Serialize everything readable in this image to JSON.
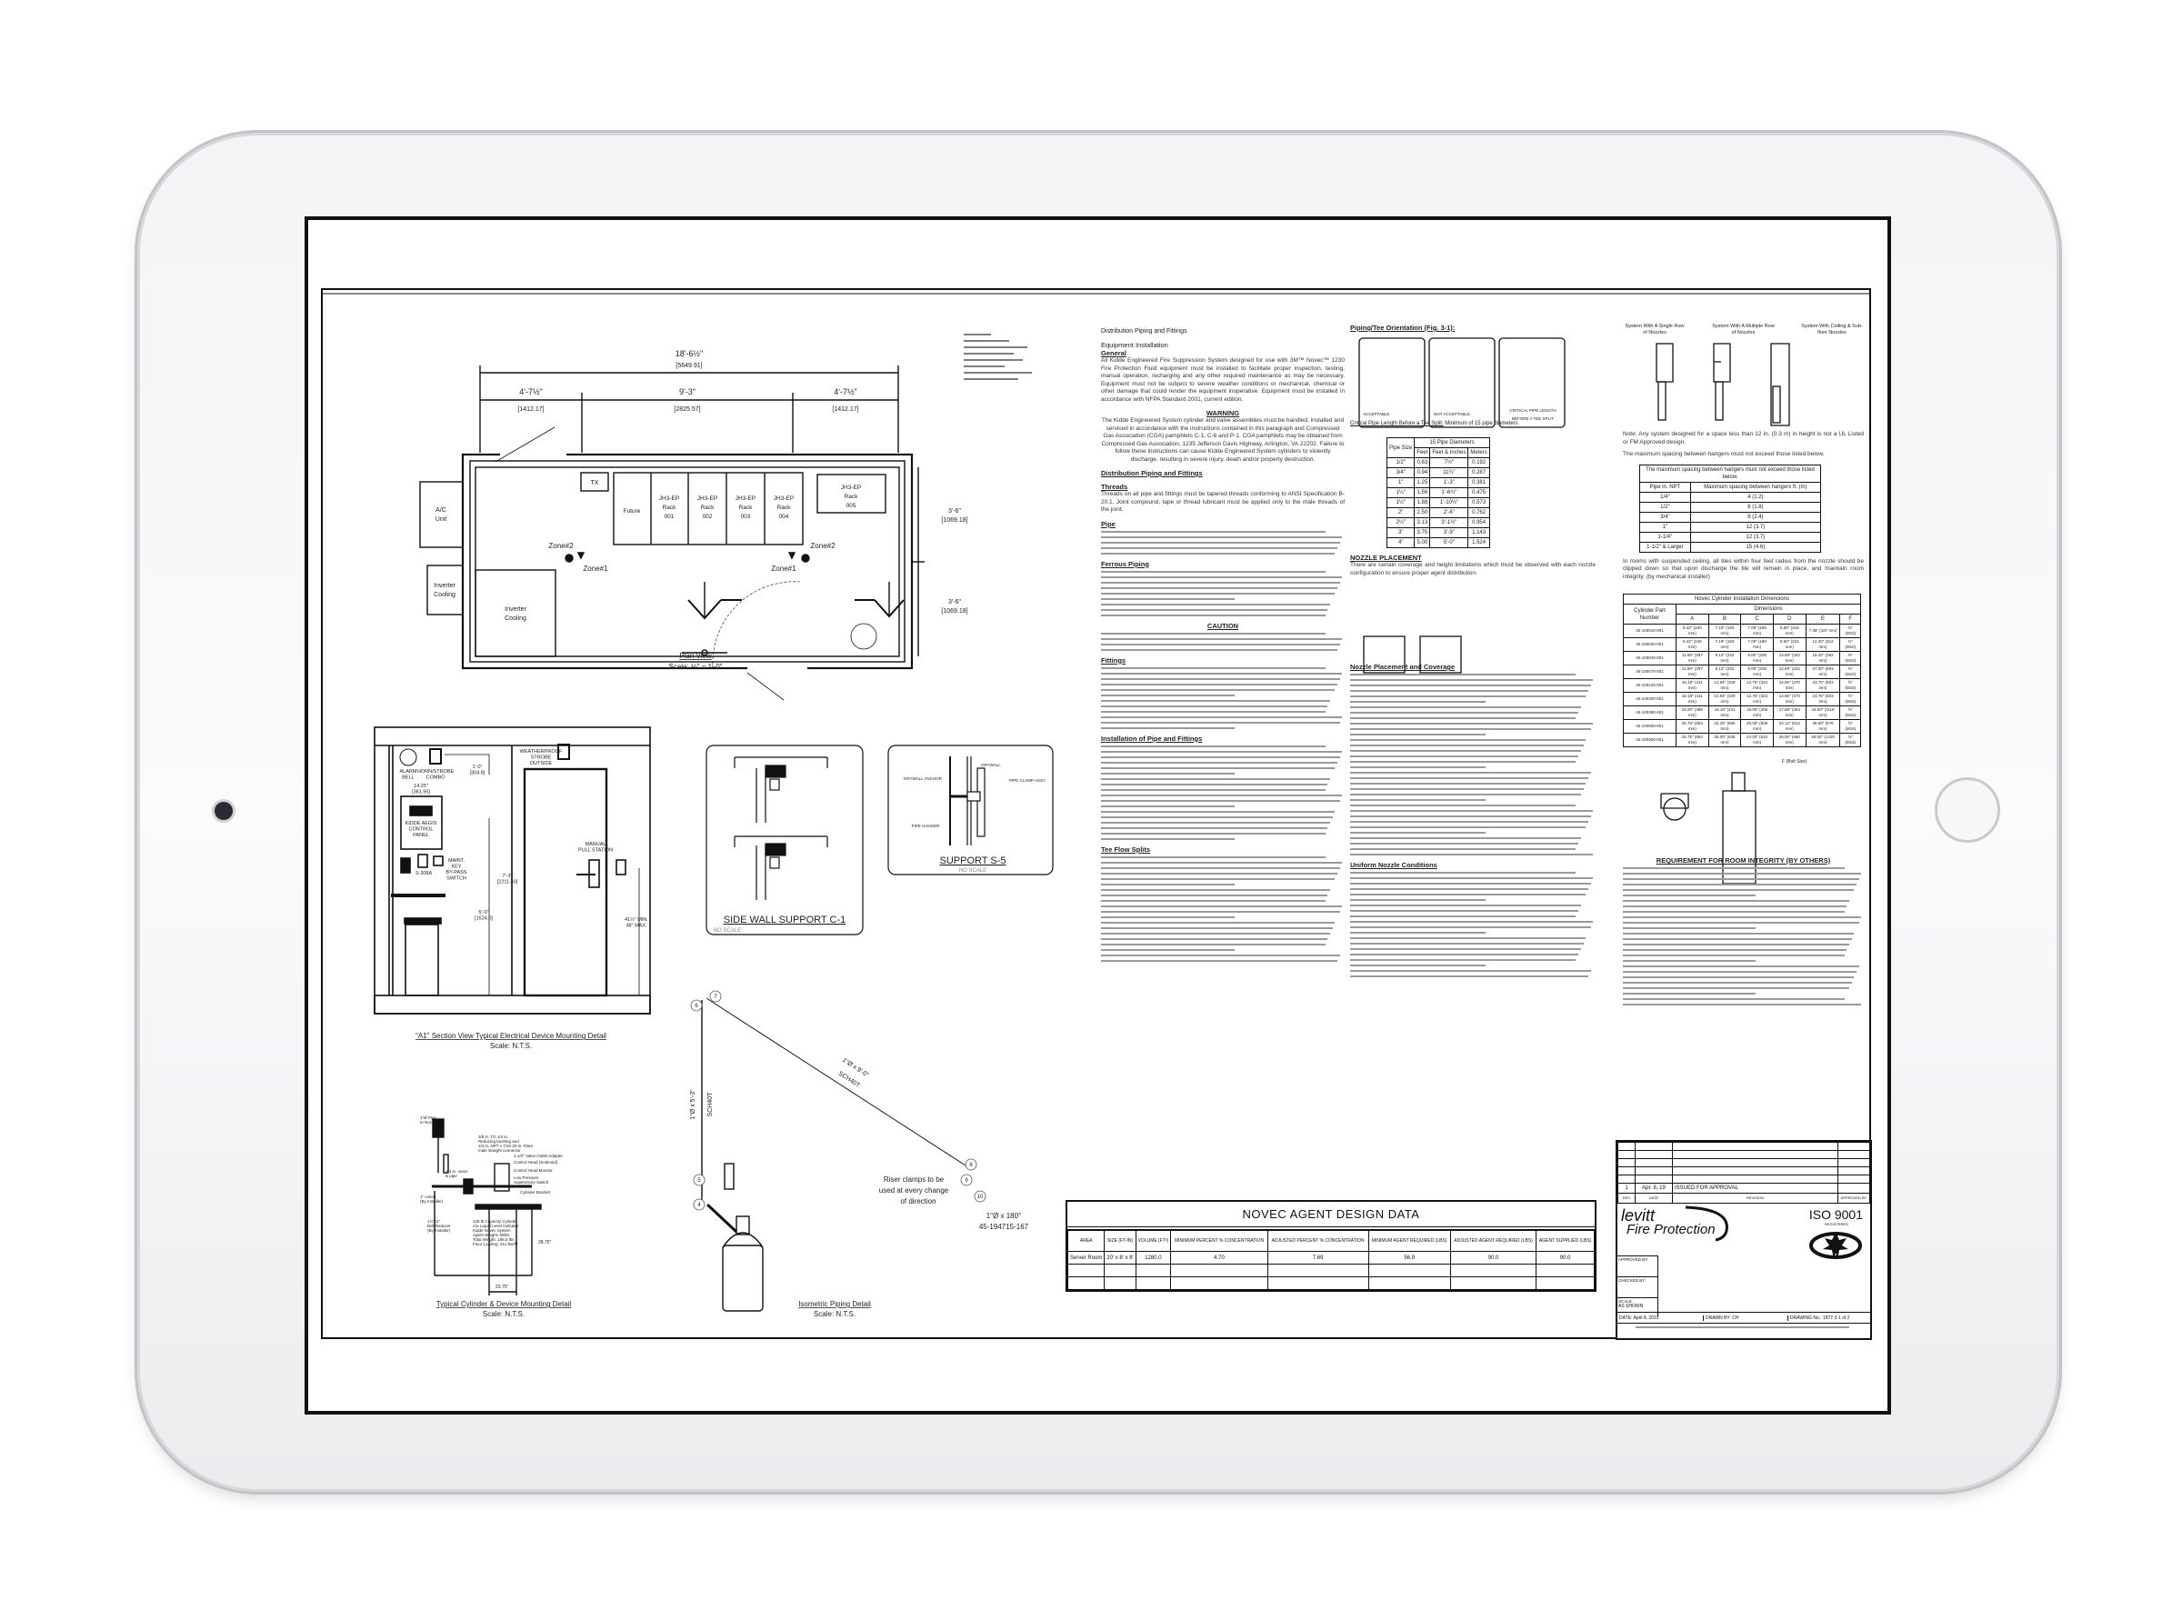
{
  "plan_view": {
    "title": "Plan View",
    "scale": "Scale: ½\" = 1'-0\"",
    "dim_overall": "18'-6½\"",
    "dim_overall_mm": "[5649.91]",
    "dim_left": "4'-7½\"",
    "dim_left_mm": "[1412.17]",
    "dim_mid": "9'-3\"",
    "dim_mid_mm": "[2825.57]",
    "dim_right": "4'-7½\"",
    "dim_right_mm": "[1412.17]",
    "dim_side_top": "3'-6\"",
    "dim_side_top_mm": "[1069.18]",
    "dim_side_bottom": "3'-6\"",
    "dim_side_bottom_mm": "[1069.18]",
    "ac_unit": [
      "A/C",
      "Unit"
    ],
    "inverter_cooling_outside": [
      "Inverter",
      "Cooling"
    ],
    "inverter_cooling_inside": [
      "Inverter",
      "Cooling"
    ],
    "tx": "TX",
    "racks": [
      {
        "lines": [
          "Future"
        ]
      },
      {
        "lines": [
          "JH3-EP",
          "Rack",
          "001"
        ]
      },
      {
        "lines": [
          "JH3-EP",
          "Rack",
          "002"
        ]
      },
      {
        "lines": [
          "JH3-EP",
          "Rack",
          "003"
        ]
      },
      {
        "lines": [
          "JH3-EP",
          "Rack",
          "004"
        ]
      }
    ],
    "rack_005": [
      "JH3-EP",
      "Rack",
      "005"
    ],
    "zone2_left": "Zone#2",
    "zone1_left": "Zone#1",
    "zone2_right": "Zone#2",
    "zone1_right": "Zone#1"
  },
  "electrical_section": {
    "title": "\"A1\" Section View Typical Electrical Device Mounting Detail",
    "scale": "Scale: N.T.S.",
    "alarm_bell": [
      "ALARM",
      "BELL"
    ],
    "horn_strobe": [
      "HORN/STROBE",
      "COMBO"
    ],
    "dim_horn": [
      "1'-0\"",
      "[304.8]"
    ],
    "dim_panel": [
      "14.25\"",
      "[361.95]"
    ],
    "control_panel": [
      "KIDDE AEGIS",
      "CONTROL",
      "PANEL"
    ],
    "s308a": "S-308A",
    "maint_switch": [
      "MAINT.",
      "KEY",
      "BY-PASS",
      "SWITCH"
    ],
    "weatherproof_strobe": [
      "WEATHERPROOF",
      "STROBE",
      "OUTSIDE"
    ],
    "pull_station": [
      "MANUAL",
      "PULL STATION"
    ],
    "dim_door": [
      "7'-3\"",
      "[2211.40]"
    ],
    "dim_panel_height": [
      "5'-0\"",
      "[1524.0]"
    ],
    "dim_pull": [
      "41½\" MIN.",
      "48\" MAX."
    ]
  },
  "side_wall_support": {
    "title": "SIDE WALL SUPPORT C-1",
    "note": "NO SCALE"
  },
  "support_s5": {
    "title": "SUPPORT S-5",
    "note": "NO SCALE",
    "labels": [
      "DRYWALL",
      "DRYWALL ANCHOR",
      "PIPE HANGER",
      "PIPE CLAMP ASSY"
    ]
  },
  "cylinder_detail": {
    "title": "Typical Cylinder & Device Mounting Detail",
    "scale": "Scale: N.T.S.",
    "labels": [
      "3/8 in. TO 1/4 in.",
      "Reducing bushing and",
      "1/4 in. NPT x 7/16-20 in. Flare",
      "male straight connector",
      "1\"Ø Pipe",
      "to Nozzle",
      "1-1/2\" Valve Outlet Adapter",
      "Control Head (Solenoid)",
      "Control Head Monitor",
      "Low Pressure",
      "Supervisory Switch",
      "Cylinder Bracket",
      "1/4 in. union",
      "& pipe",
      "1\" Union",
      "(By Installer)",
      "1½\"x1\"",
      "Bell Reducer",
      "(By Installer)",
      "125 lb Capacity Cylinder",
      "c/w Liquid Level Indicator",
      "Kidde Novec System",
      "Agent Weight: 90lbs",
      "Total Weight: 188.5 lbs",
      "Floor Loading: 211 lbs/ft²"
    ],
    "dim_width": "23.75\"",
    "dim_height": "28.75\""
  },
  "isometric": {
    "title": "Isometric Piping Detail",
    "scale": "Scale: N.T.S.",
    "diagonal_pipe": [
      "1\"Ø x 9'-0\"",
      "SCH40T"
    ],
    "vertical_pipe": [
      "1\"Ø x 5'-3\"",
      "SCH40T"
    ],
    "nodes": [
      "4",
      "5",
      "6",
      "7",
      "8",
      "9",
      "10"
    ],
    "riser_note": [
      "Riser clamps to be",
      "used at every change",
      "of direction"
    ],
    "nozzle_note": [
      "1\"Ø x 180°",
      "45-194715-167"
    ]
  },
  "middle_text": {
    "title": "Distribution Piping and Fittings",
    "equipment_installation": "Equipment Installation",
    "general_heading": "General",
    "general_text": "All Kidde Engineered Fire Suppression System designed for use with 3M™ Novec™ 1230 Fire Protection Fluid equipment must be installed to facilitate proper inspection, testing, manual operation, recharging and any other required maintenance as may be necessary. Equipment must not be subject to severe weather conditions or mechanical, chemical or other damage that could render the equipment inoperative. Equipment must be installed in accordance with NFPA Standard 2001, current edition.",
    "warning_heading": "WARNING",
    "warning_text": "The Kidde Engineered System cylinder and valve assemblies must be handled, installed and serviced in accordance with the instructions contained in this paragraph and Compressed Gas Association (CGA) pamphlets C-1, C-6 and P-1. CGA pamphlets may be obtained from Compressed Gas Association, 1235 Jefferson Davis Highway, Arlington, VA 22202. Failure to follow these instructions can cause Kidde Engineered System cylinders to violently discharge, resulting in severe injury, death and/or property destruction.",
    "dist_heading": "Distribution Piping and Fittings",
    "threads_heading": "Threads",
    "threads_text": "Threads on all pipe and fittings must be tapered threads conforming to ANSI Specification B-20.1. Joint compound, tape or thread lubricant must be applied only to the male threads of the joint.",
    "pipe_heading": "Pipe",
    "ferrous_heading": "Ferrous Piping",
    "caution_heading": "CAUTION",
    "fittings_heading": "Fittings",
    "install_heading": "Installation of Pipe and Fittings",
    "tee_heading": "Tee Flow Splits"
  },
  "orientation": {
    "title": "Piping/Tee Orientation (Fig. 3-1):",
    "panels": [
      "ACCEPTABLE",
      "NOT ACCEPTABLE",
      "CRITICAL PIPE LENGTH BEFORE A TEE SPLIT"
    ],
    "critical_heading": "Critical Pipe Length Before a Tee Split:",
    "critical_text": "Minimum of 15 pipe diameters",
    "pipe_table": {
      "header_group": "15 Pipe Diameters",
      "headers": [
        "Pipe Size",
        "Feet",
        "Feet & Inches",
        "Meters"
      ],
      "rows": [
        [
          "1/2\"",
          "0.63",
          "7½\"",
          "0.192"
        ],
        [
          "3/4\"",
          "0.94",
          "11¼\"",
          "0.287"
        ],
        [
          "1\"",
          "1.25",
          "1'-3\"",
          "0.381"
        ],
        [
          "1¼\"",
          "1.56",
          "1'-6¾\"",
          "0.475"
        ],
        [
          "1½\"",
          "1.88",
          "1'-10½\"",
          "0.573"
        ],
        [
          "2\"",
          "2.50",
          "2'-6\"",
          "0.762"
        ],
        [
          "2½\"",
          "3.13",
          "3'-1½\"",
          "0.954"
        ],
        [
          "3\"",
          "3.75",
          "3'-9\"",
          "1.143"
        ],
        [
          "4\"",
          "5.00",
          "5'-0\"",
          "1.524"
        ]
      ]
    },
    "nozzle_placement_heading": "NOZZLE PLACEMENT",
    "nozzle_placement_text": "There are certain coverage and height limitations which must be observed with each nozzle configuration to ensure proper agent distribution.",
    "coverage_heading": "Nozzle Placement and Coverage",
    "uniform_heading": "Uniform Nozzle Conditions"
  },
  "right_column": {
    "systems": [
      "System With A Single Row of Nozzles",
      "System With A Multiple Row of Nozzles",
      "System With Ceiling & Sub-floor Nozzles"
    ],
    "note": "Note: Any system designed for a space less than 12 in. (0.3 m) in height is not a UL Listed or FM Approved design.",
    "spacing_intro": "The maximum spacing between hangers must not exceed those listed below.",
    "hanger_table": {
      "caption": "The maximum spacing between hangers must not exceed those listed below.",
      "headers": [
        "Pipe in. NPT",
        "Maximum spacing between hangers ft. (m)"
      ],
      "rows": [
        [
          "1/4\"",
          "4 (1.2)"
        ],
        [
          "1/2\"",
          "6 (1.8)"
        ],
        [
          "3/4\"",
          "8 (2.4)"
        ],
        [
          "1\"",
          "12 (3.7)"
        ],
        [
          "1-1/4\"",
          "12 (3.7)"
        ],
        [
          "1-1/2\" & Larger",
          "15 (4.6)"
        ]
      ]
    },
    "ceiling_note": "In rooms with suspended ceiling, all tiles within four feet radius from the nozzle should be clipped down so that upon discharge the tile will remain in place, and maintain room integrity. (by mechanical installer)",
    "cylinder_table": {
      "caption": "Novec Cylinder Installation Dimensions",
      "group": "Dimensions",
      "headers": [
        "Cylinder Part Number",
        "A",
        "B",
        "C",
        "D",
        "E",
        "F"
      ],
      "rows": [
        [
          "45-100010-001",
          "9.42\" (240 mm)",
          "7.19\" (183 mm)",
          "7.09\" (180 mm)",
          "8.50\" (216 mm)",
          "7.38\" (187 mm)",
          "⅜\" (M10)"
        ],
        [
          "45-100020-001",
          "9.42\" (240 mm)",
          "7.19\" (183 mm)",
          "7.09\" (180 mm)",
          "8.50\" (216 mm)",
          "12.30\" (312 mm)",
          "⅜\" (M10)"
        ],
        [
          "45-100040-001",
          "11.69\" (297 mm)",
          "9.13\" (232 mm)",
          "9.00\" (229 mm)",
          "12.69\" (322 mm)",
          "15.42\" (392 mm)",
          "⅜\" (M10)"
        ],
        [
          "45-100070-001",
          "11.69\" (297 mm)",
          "9.13\" (232 mm)",
          "9.00\" (229 mm)",
          "12.69\" (322 mm)",
          "27.30\" (693 mm)",
          "⅜\" (M10)"
        ],
        [
          "45-100125-001",
          "16.18\" (411 mm)",
          "12.94\" (329 mm)",
          "12.75\" (324 mm)",
          "14.56\" (370 mm)",
          "23.75\" (603 mm)",
          "⅝\" (M16)"
        ],
        [
          "45-100200-001",
          "16.18\" (411 mm)",
          "12.94\" (329 mm)",
          "12.75\" (324 mm)",
          "14.56\" (370 mm)",
          "23.75\" (603 mm)",
          "⅝\" (M16)"
        ],
        [
          "45-100350-001",
          "19.20\" (488 mm)",
          "16.19\" (411 mm)",
          "16.00\" (406 mm)",
          "17.88\" (454 mm)",
          "44.00\" (1118 mm)",
          "⅝\" (M16)"
        ],
        [
          "45-100600-001",
          "25.75\" (654 mm)",
          "22.25\" (565 mm)",
          "20.00\" (508 mm)",
          "24.12\" (613 mm)",
          "38.50\" (978 mm)",
          "⅝\" (M16)"
        ],
        [
          "45-100900-001",
          "25.75\" (654 mm)",
          "25.00\" (635 mm)",
          "24.00\" (610 mm)",
          "26.00\" (660 mm)",
          "48.00\" (1220 mm)",
          "⅝\" (M16)"
        ]
      ]
    },
    "bolt_label": "F (Bolt Size)",
    "integrity_heading": "REQUIREMENT FOR ROOM INTEGRITY (BY OTHERS)"
  },
  "novec_table": {
    "title": "NOVEC AGENT DESIGN DATA",
    "headers": [
      "AREA",
      "SIZE (FT-IN)",
      "VOLUME (FT³)",
      "MINIMUM PERCENT % CONCENTRATION",
      "ADJUSTED PERCENT % CONCENTRATION",
      "MINIMUM AGENT REQUIRED (LBS)",
      "ADJUSTED AGENT REQUIRED (LBS)",
      "AGENT SUPPLIED (LBS)"
    ],
    "rows": [
      [
        "Server Room",
        "20' x 8' x 8'",
        "1280.0",
        "4.70",
        "7.69",
        "56.9",
        "90.0",
        "90.0"
      ],
      [
        "",
        "",
        "",
        "",
        "",
        "",
        "",
        ""
      ],
      [
        "",
        "",
        "",
        "",
        "",
        "",
        "",
        ""
      ]
    ]
  },
  "title_block": {
    "revisions": [
      {
        "rev": "1",
        "date": "Apr. 8, 19",
        "revision": "ISSUED FOR APPROVAL",
        "approved": ""
      }
    ],
    "rev_headers": [
      "REV",
      "DATE",
      "REVISION",
      "APPROVED BY"
    ],
    "company_line1": "levitt",
    "company_line2": "Fire Protection",
    "iso": "ISO 9001",
    "iso_sub": "REGISTERED",
    "approved_by_label": "APPROVED BY:",
    "checked_by_label": "CHECKED BY:",
    "scale_label": "SCALE:",
    "scale_value": "AS SHOWN",
    "date_label": "DATE:",
    "date_value": "April 8, 2019",
    "drawn_by_label": "DRAWN BY:",
    "drawn_by_value": "CH",
    "drawing_no_label": "DRAWING No.:",
    "drawing_no_value": "1877-3",
    "sheet": "1 of 2"
  },
  "colors": {
    "line": "#111111",
    "device_frame": "#f4f4f6",
    "screen_border": "#111111"
  }
}
